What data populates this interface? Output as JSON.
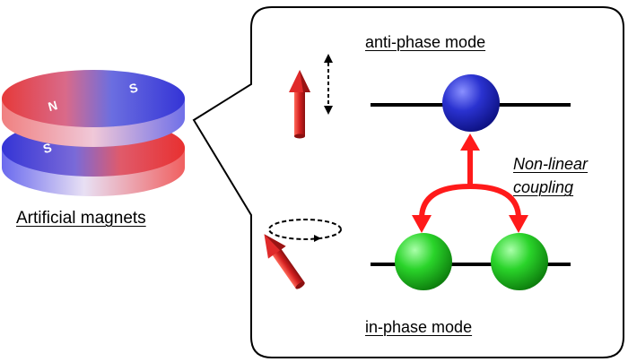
{
  "magnets": {
    "caption": "Artificial magnets",
    "top_disk_poles": [
      "N",
      "S"
    ],
    "bottom_disk_poles": [
      "S",
      "N"
    ]
  },
  "callout": {
    "anti_phase_label": "anti-phase mode",
    "in_phase_label": "in-phase mode",
    "coupling_label_line1": "Non-linear",
    "coupling_label_line2": "coupling"
  },
  "colors": {
    "north_pole": "#e03030",
    "south_pole": "#3838d8",
    "anti_phase_sphere": "#1a22b8",
    "in_phase_sphere": "#22b822",
    "arrow": "#ff1a1a",
    "spin_arrow": "#cc1f1f"
  }
}
